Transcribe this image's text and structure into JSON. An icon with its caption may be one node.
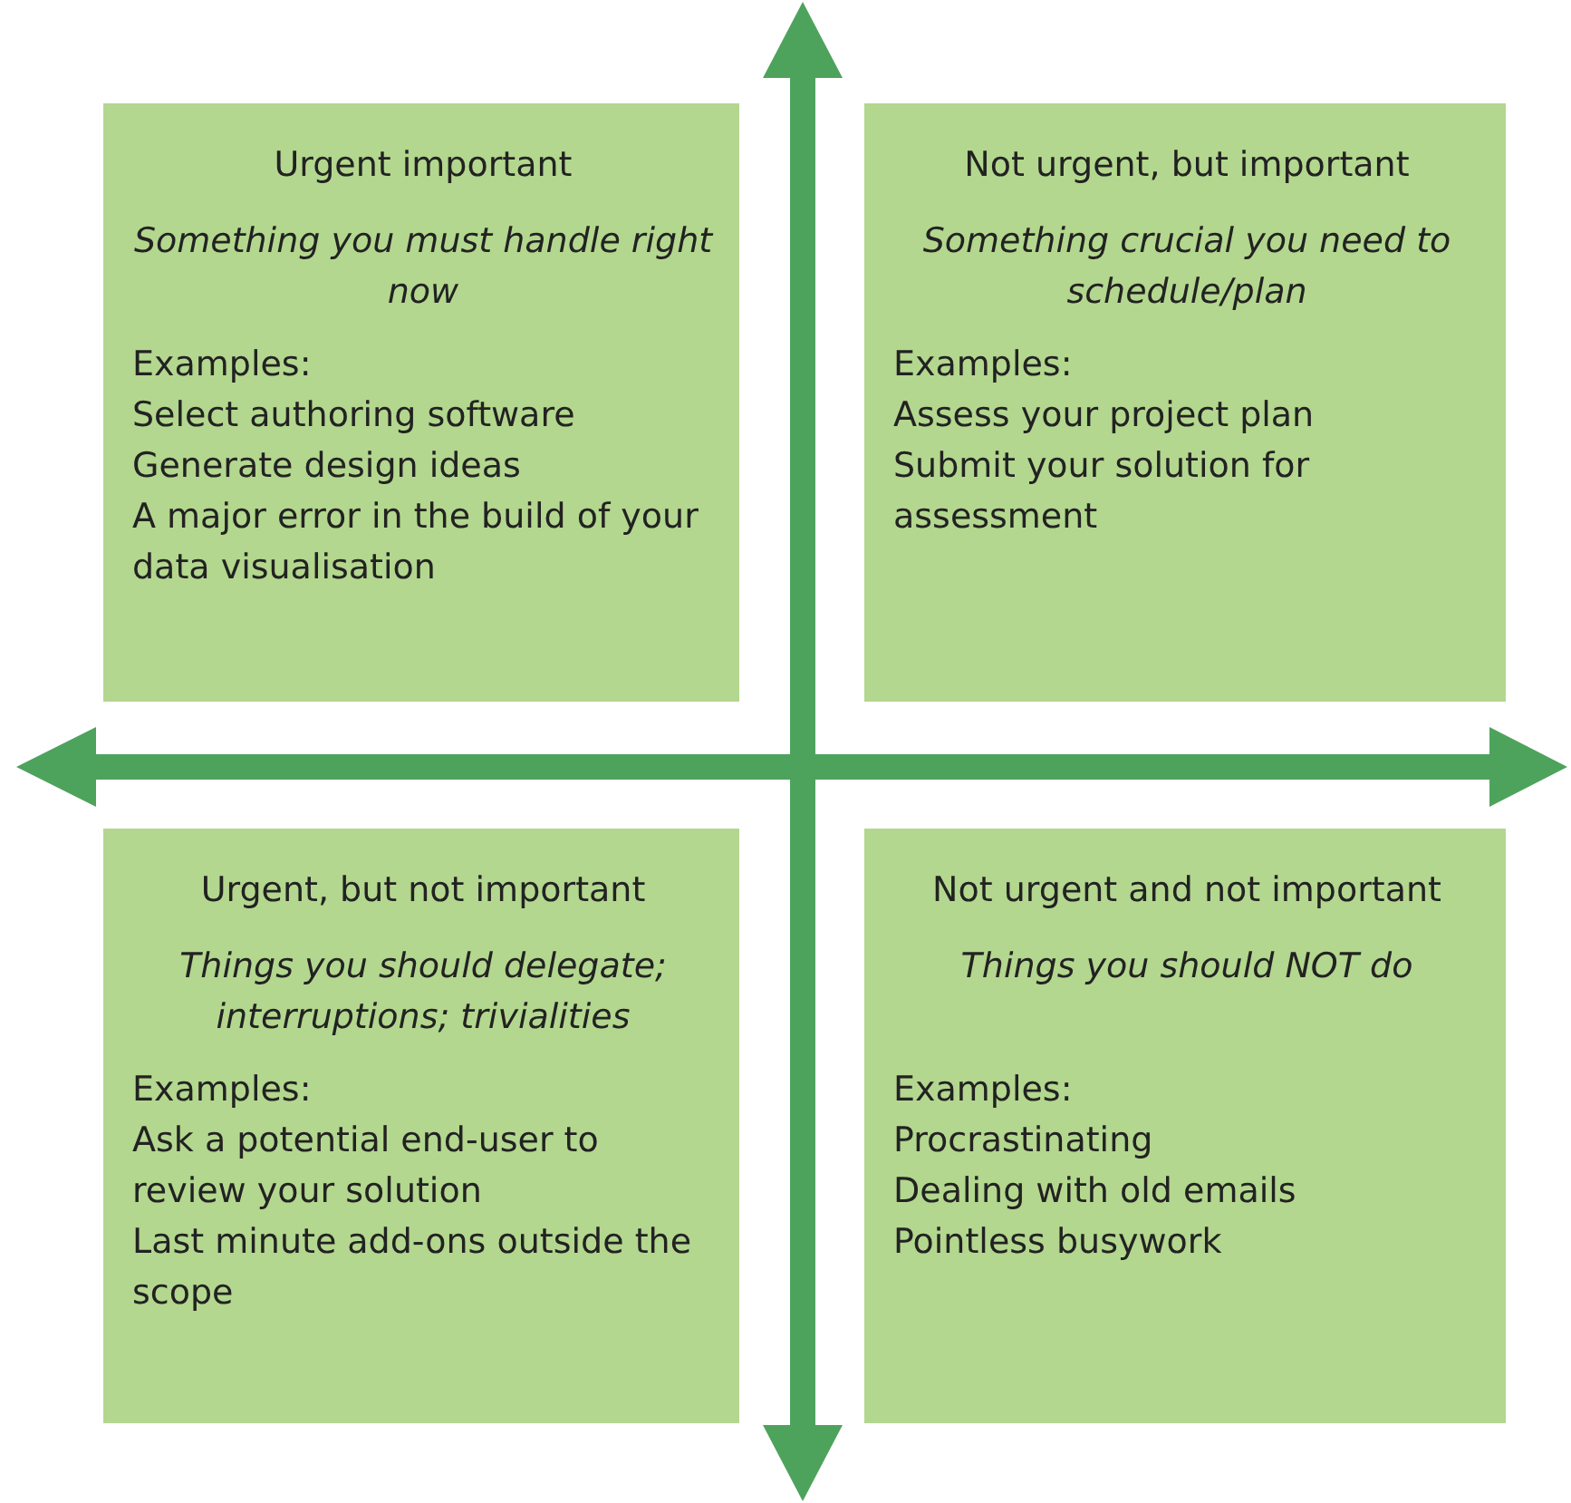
{
  "diagram": {
    "nodes": [
      {
        "text": [
          "Urgent important",
          "Something you must handle right now",
          "Examples:",
          "Select authoring software",
          "Generate design ideas",
          "A major error in the build of your data visualisation"
        ]
      },
      {
        "text": [
          "Not urgent, but important",
          "Something crucial you need to schedule/plan",
          "Examples:",
          "Assess your project plan",
          "Submit your solution for assessment"
        ]
      },
      {
        "text": [
          "Urgent, but not important",
          "Things you should delegate; interruptions; trivialities",
          "Examples:",
          "Ask a potential end-user to review your solution",
          "Last minute add-ons outside the scope"
        ]
      },
      {
        "text": [
          "Not urgent and not important",
          "Things you should NOT do",
          "Examples:",
          "Procrastinating",
          "Dealing with old emails",
          "Pointless busywork"
        ]
      }
    ]
  }
}
